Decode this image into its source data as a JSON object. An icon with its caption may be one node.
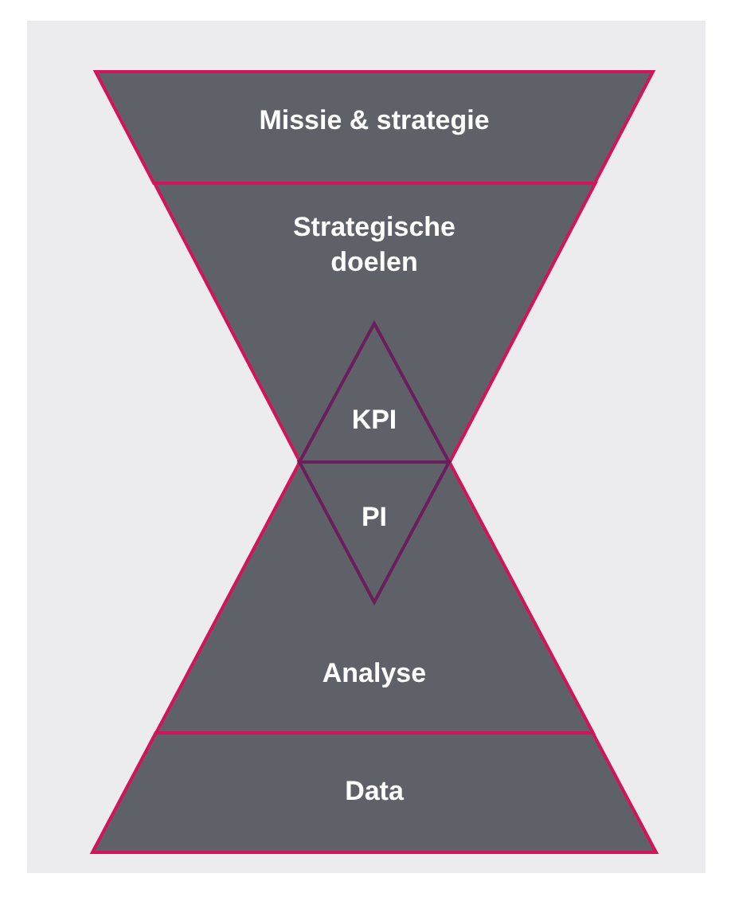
{
  "diagram": {
    "nodes": [
      {
        "text": [
          "Missie & strategie"
        ]
      },
      {
        "text": [
          "Strategische doelen"
        ]
      },
      {
        "text": [
          "KPI"
        ],
        "in": 1
      },
      {
        "text": [
          "Analyse"
        ]
      },
      {
        "text": [
          "PI"
        ],
        "in": 3
      },
      {
        "text": [
          "Data"
        ]
      }
    ]
  }
}
